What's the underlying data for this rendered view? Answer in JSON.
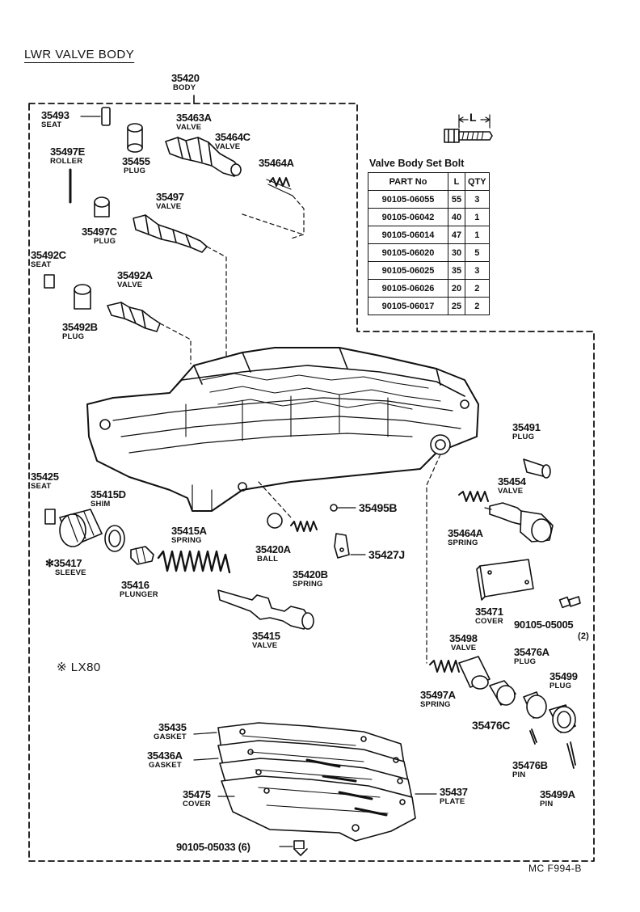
{
  "title": "LWR VALVE BODY",
  "footer_code": "MC  F994-B",
  "variant_note": "※ LX80",
  "bolt_dim_label": "L",
  "table": {
    "caption": "Valve Body Set Bolt",
    "headers": [
      "PART No",
      "L",
      "QTY"
    ],
    "rows": [
      [
        "90105-06055",
        "55",
        "3"
      ],
      [
        "90105-06042",
        "40",
        "1"
      ],
      [
        "90105-06014",
        "47",
        "1"
      ],
      [
        "90105-06020",
        "30",
        "5"
      ],
      [
        "90105-06025",
        "35",
        "3"
      ],
      [
        "90105-06026",
        "20",
        "2"
      ],
      [
        "90105-06017",
        "25",
        "2"
      ]
    ]
  },
  "parts": {
    "p35420": {
      "num": "35420",
      "name": "BODY"
    },
    "p35493": {
      "num": "35493",
      "name": "SEAT"
    },
    "p35463A": {
      "num": "35463A",
      "name": "VALVE"
    },
    "p35464C": {
      "num": "35464C",
      "name": "VALVE"
    },
    "p35455": {
      "num": "35455",
      "name": "PLUG"
    },
    "p35497E": {
      "num": "35497E",
      "name": "ROLLER"
    },
    "p35464A_top": {
      "num": "35464A",
      "name": ""
    },
    "p35497": {
      "num": "35497",
      "name": "VALVE"
    },
    "p35497C": {
      "num": "35497C",
      "name": "PLUG"
    },
    "p35492C": {
      "num": "35492C",
      "name": "SEAT"
    },
    "p35492A": {
      "num": "35492A",
      "name": "VALVE"
    },
    "p35492B": {
      "num": "35492B",
      "name": "PLUG"
    },
    "p35491": {
      "num": "35491",
      "name": "PLUG"
    },
    "p35454": {
      "num": "35454",
      "name": "VALVE"
    },
    "p35464A_spring": {
      "num": "35464A",
      "name": "SPRING"
    },
    "p35425": {
      "num": "35425",
      "name": "SEAT"
    },
    "p35415D": {
      "num": "35415D",
      "name": "SHIM"
    },
    "p35417": {
      "num": "✻35417",
      "name": "SLEEVE"
    },
    "p35416": {
      "num": "35416",
      "name": "PLUNGER"
    },
    "p35415A": {
      "num": "35415A",
      "name": "SPRING"
    },
    "p35415": {
      "num": "35415",
      "name": "VALVE"
    },
    "p35420A": {
      "num": "35420A",
      "name": "BALL"
    },
    "p35420B": {
      "num": "35420B",
      "name": "SPRING"
    },
    "p35495B": {
      "num": "35495B",
      "name": ""
    },
    "p35427J": {
      "num": "35427J",
      "name": ""
    },
    "p35471": {
      "num": "35471",
      "name": "COVER"
    },
    "p9010505005": {
      "num": "90105-05005",
      "name": "(2)"
    },
    "p35498": {
      "num": "35498",
      "name": "VALVE"
    },
    "p35476A": {
      "num": "35476A",
      "name": "PLUG"
    },
    "p35499": {
      "num": "35499",
      "name": "PLUG"
    },
    "p35497A": {
      "num": "35497A",
      "name": "SPRING"
    },
    "p35476C": {
      "num": "35476C",
      "name": ""
    },
    "p35476B": {
      "num": "35476B",
      "name": "PIN"
    },
    "p35499A": {
      "num": "35499A",
      "name": "PIN"
    },
    "p35435": {
      "num": "35435",
      "name": "GASKET"
    },
    "p35436A": {
      "num": "35436A",
      "name": "GASKET"
    },
    "p35475": {
      "num": "35475",
      "name": "COVER"
    },
    "p35437": {
      "num": "35437",
      "name": "PLATE"
    },
    "p9010505033": {
      "num": "90105-05033 (6)",
      "name": ""
    }
  }
}
